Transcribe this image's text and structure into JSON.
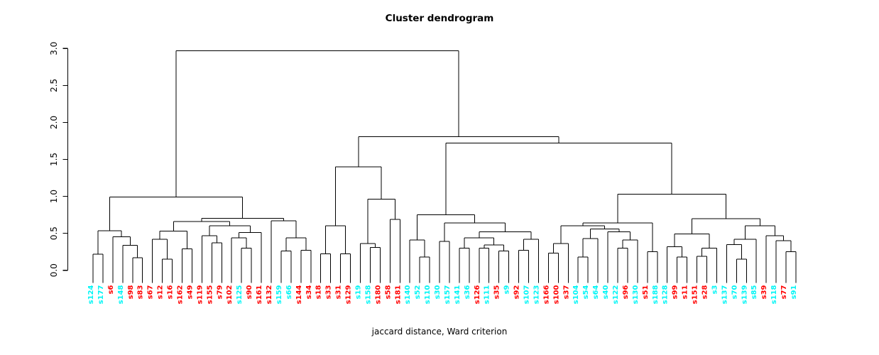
{
  "chart_data": {
    "type": "dendrogram",
    "title": "Cluster dendrogram",
    "xlabel": "jaccard distance, Ward criterion",
    "ylabel": "",
    "ylim": [
      0.0,
      3.0
    ],
    "yticks": [
      "0.0",
      "0.5",
      "1.0",
      "1.5",
      "2.0",
      "2.5",
      "3.0"
    ],
    "grid": false,
    "legend": "none",
    "leaf_colors": {
      "cyan_hex": "#00F5F5",
      "red_hex": "#FF0000"
    },
    "leaves_in_order": [
      {
        "label": "s124",
        "color": "cyan"
      },
      {
        "label": "s177",
        "color": "cyan"
      },
      {
        "label": "s6",
        "color": "red"
      },
      {
        "label": "s148",
        "color": "cyan"
      },
      {
        "label": "s98",
        "color": "red"
      },
      {
        "label": "s83",
        "color": "red"
      },
      {
        "label": "s67",
        "color": "red"
      },
      {
        "label": "s12",
        "color": "red"
      },
      {
        "label": "s16",
        "color": "red"
      },
      {
        "label": "s162",
        "color": "red"
      },
      {
        "label": "s49",
        "color": "red"
      },
      {
        "label": "s119",
        "color": "red"
      },
      {
        "label": "s155",
        "color": "red"
      },
      {
        "label": "s79",
        "color": "red"
      },
      {
        "label": "s102",
        "color": "red"
      },
      {
        "label": "s125",
        "color": "cyan"
      },
      {
        "label": "s90",
        "color": "red"
      },
      {
        "label": "s161",
        "color": "red"
      },
      {
        "label": "s132",
        "color": "red"
      },
      {
        "label": "s159",
        "color": "cyan"
      },
      {
        "label": "s66",
        "color": "cyan"
      },
      {
        "label": "s144",
        "color": "red"
      },
      {
        "label": "s34",
        "color": "red"
      },
      {
        "label": "s18",
        "color": "red"
      },
      {
        "label": "s33",
        "color": "red"
      },
      {
        "label": "s31",
        "color": "red"
      },
      {
        "label": "s129",
        "color": "red"
      },
      {
        "label": "s19",
        "color": "cyan"
      },
      {
        "label": "s158",
        "color": "cyan"
      },
      {
        "label": "s180",
        "color": "red"
      },
      {
        "label": "s58",
        "color": "red"
      },
      {
        "label": "s181",
        "color": "red"
      },
      {
        "label": "s140",
        "color": "cyan"
      },
      {
        "label": "s52",
        "color": "cyan"
      },
      {
        "label": "s110",
        "color": "cyan"
      },
      {
        "label": "s30",
        "color": "cyan"
      },
      {
        "label": "s157",
        "color": "cyan"
      },
      {
        "label": "s141",
        "color": "cyan"
      },
      {
        "label": "s36",
        "color": "cyan"
      },
      {
        "label": "s126",
        "color": "red"
      },
      {
        "label": "s111",
        "color": "cyan"
      },
      {
        "label": "s35",
        "color": "red"
      },
      {
        "label": "s9",
        "color": "cyan"
      },
      {
        "label": "s92",
        "color": "red"
      },
      {
        "label": "s107",
        "color": "cyan"
      },
      {
        "label": "s123",
        "color": "cyan"
      },
      {
        "label": "s166",
        "color": "red"
      },
      {
        "label": "s100",
        "color": "red"
      },
      {
        "label": "s37",
        "color": "red"
      },
      {
        "label": "s104",
        "color": "cyan"
      },
      {
        "label": "s54",
        "color": "cyan"
      },
      {
        "label": "s64",
        "color": "cyan"
      },
      {
        "label": "s40",
        "color": "cyan"
      },
      {
        "label": "s122",
        "color": "cyan"
      },
      {
        "label": "s96",
        "color": "red"
      },
      {
        "label": "s130",
        "color": "cyan"
      },
      {
        "label": "s51",
        "color": "red"
      },
      {
        "label": "s188",
        "color": "cyan"
      },
      {
        "label": "s128",
        "color": "cyan"
      },
      {
        "label": "s99",
        "color": "red"
      },
      {
        "label": "s11",
        "color": "red"
      },
      {
        "label": "s151",
        "color": "red"
      },
      {
        "label": "s28",
        "color": "red"
      },
      {
        "label": "s3",
        "color": "cyan"
      },
      {
        "label": "s137",
        "color": "cyan"
      },
      {
        "label": "s70",
        "color": "cyan"
      },
      {
        "label": "s139",
        "color": "cyan"
      },
      {
        "label": "s85",
        "color": "cyan"
      },
      {
        "label": "s39",
        "color": "red"
      },
      {
        "label": "s118",
        "color": "cyan"
      },
      {
        "label": "s77",
        "color": "red"
      },
      {
        "label": "s91",
        "color": "cyan"
      }
    ],
    "merge_tree": [
      2.97,
      [
        0.99,
        [
          0.535,
          [
            0.22,
            "s124",
            "s177"
          ],
          [
            0.455,
            "s6",
            [
              0.34,
              "s148",
              [
                0.17,
                "s98",
                "s83"
              ]
            ]
          ]
        ],
        [
          0.705,
          [
            0.66,
            [
              0.53,
              [
                0.42,
                "s67",
                [
                  0.15,
                  "s12",
                  "s16"
                ]
              ],
              [
                0.29,
                "s162",
                "s49"
              ]
            ],
            [
              0.6,
              [
                0.47,
                "s119",
                [
                  0.37,
                  "s155",
                  "s79"
                ]
              ],
              [
                0.51,
                [
                  0.44,
                  "s102",
                  [
                    0.3,
                    "s125",
                    "s90"
                  ]
                ],
                "s161"
              ]
            ]
          ],
          [
            0.67,
            "s132",
            [
              0.44,
              [
                0.26,
                "s159",
                "s66"
              ],
              [
                0.27,
                "s144",
                "s34"
              ]
            ]
          ]
        ]
      ],
      [
        1.806,
        [
          1.4,
          [
            0.6,
            [
              0.225,
              "s18",
              "s33"
            ],
            [
              0.225,
              "s31",
              "s129"
            ]
          ],
          [
            0.96,
            [
              0.36,
              "s19",
              [
                0.31,
                "s158",
                "s180"
              ]
            ],
            [
              0.69,
              "s58",
              "s181"
            ]
          ]
        ],
        [
          1.72,
          [
            0.75,
            [
              0.41,
              "s140",
              [
                0.18,
                "s52",
                "s110"
              ]
            ],
            [
              0.64,
              [
                0.39,
                "s30",
                "s157"
              ],
              [
                0.52,
                [
                  0.44,
                  [
                    0.3,
                    "s141",
                    "s36"
                  ],
                  [
                    0.345,
                    [
                      0.3,
                      "s126",
                      "s111"
                    ],
                    [
                      0.26,
                      "s35",
                      "s9"
                    ]
                  ]
                ],
                [
                  0.42,
                  [
                    0.27,
                    "s92",
                    "s107"
                  ],
                  "s123"
                ]
              ]
            ]
          ],
          [
            1.03,
            [
              0.64,
              [
                0.6,
                [
                  0.36,
                  [
                    0.23,
                    "s166",
                    "s100"
                  ],
                  "s37"
                ],
                [
                  0.56,
                  [
                    0.43,
                    [
                      0.18,
                      "s104",
                      "s54"
                    ],
                    "s64"
                  ],
                  [
                    0.52,
                    "s40",
                    [
                      0.41,
                      [
                        0.3,
                        "s122",
                        "s96"
                      ],
                      "s130"
                    ]
                  ]
                ]
              ],
              [
                0.25,
                "s51",
                "s188"
              ]
            ],
            [
              0.7,
              [
                0.49,
                [
                  0.32,
                  "s128",
                  [
                    0.18,
                    "s99",
                    "s11"
                  ]
                ],
                [
                  0.3,
                  [
                    0.19,
                    "s151",
                    "s28"
                  ],
                  "s3"
                ]
              ],
              [
                0.6,
                [
                  0.42,
                  [
                    0.35,
                    "s137",
                    [
                      0.15,
                      "s70",
                      "s139"
                    ]
                  ],
                  "s85"
                ],
                [
                  0.47,
                  "s39",
                  [
                    0.4,
                    "s118",
                    [
                      0.25,
                      "s77",
                      "s91"
                    ]
                  ]
                ]
              ]
            ]
          ]
        ]
      ]
    ]
  }
}
